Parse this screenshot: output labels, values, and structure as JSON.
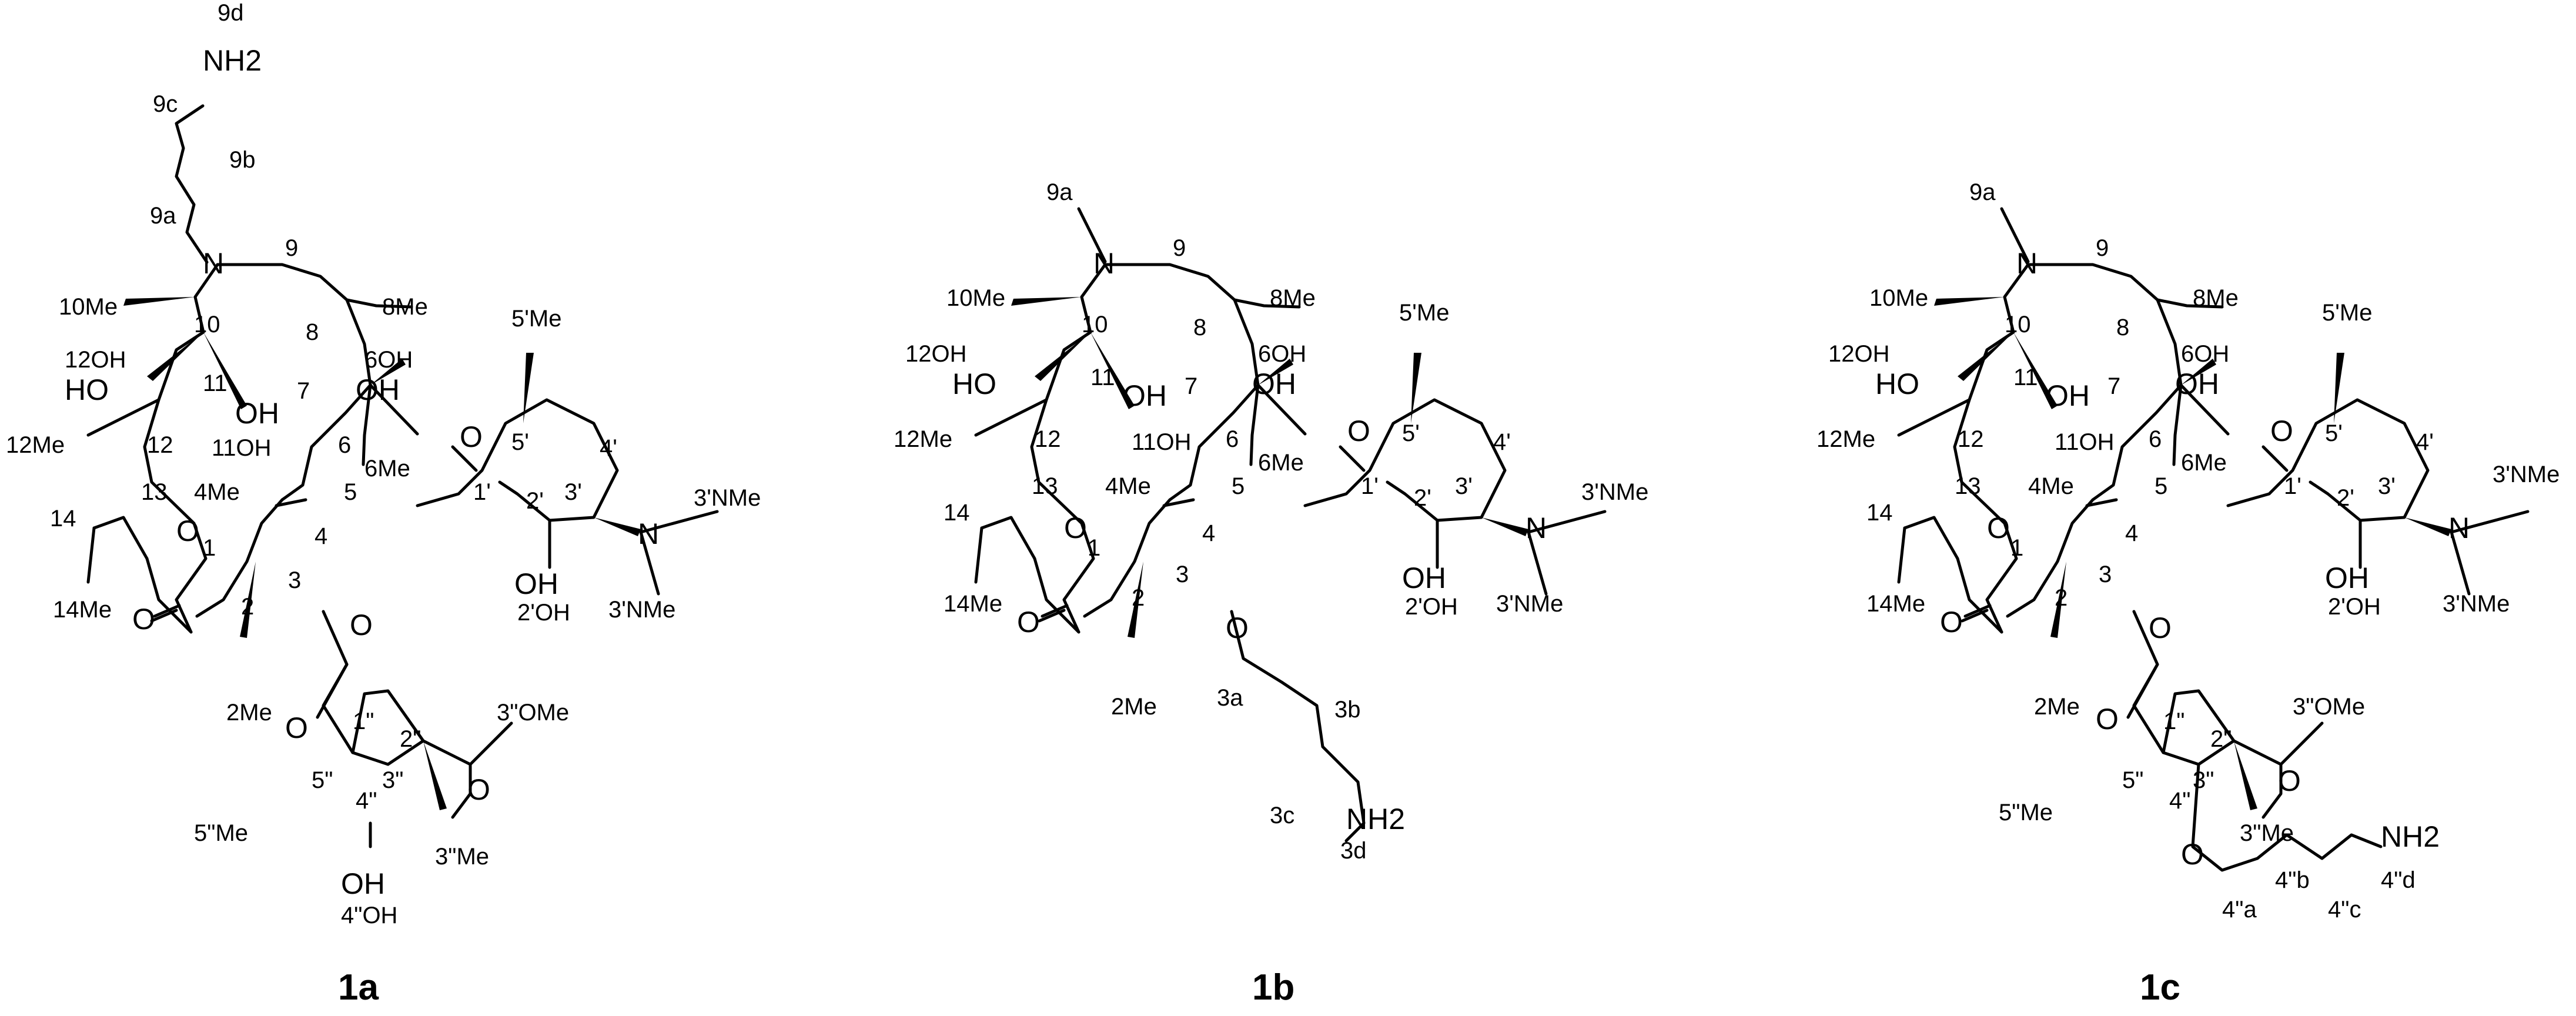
{
  "compounds": [
    {
      "id": "1a",
      "caption": "1a",
      "labels": [
        "9d",
        "NH2",
        "9c",
        "9b",
        "9a",
        "N",
        "9",
        "10Me",
        "10",
        "8",
        "8Me",
        "5'Me",
        "12OH",
        "HO",
        "11",
        "OH",
        "7",
        "6OH",
        "OH",
        "12Me",
        "12",
        "11OH",
        "6",
        "O",
        "5'",
        "4'",
        "6Me",
        "4Me",
        "14",
        "13",
        "O",
        "5",
        "1'",
        "2'",
        "3'",
        "N",
        "3'NMe",
        "4",
        "OH",
        "1",
        "3",
        "2'OH",
        "3'NMe",
        "14Me",
        "O",
        "2",
        "O",
        "2Me",
        "O",
        "1\"",
        "2\"",
        "3\"OMe",
        "3\"",
        "5\"",
        "4\"",
        "O",
        "5\"Me",
        "3\"Me",
        "OH",
        "4\"OH"
      ]
    },
    {
      "id": "1b",
      "caption": "1b",
      "labels": [
        "9a",
        "N",
        "9",
        "10Me",
        "10",
        "8",
        "8Me",
        "5'Me",
        "12OH",
        "HO",
        "11",
        "OH",
        "7",
        "6OH",
        "OH",
        "12Me",
        "12",
        "11OH",
        "6",
        "O",
        "5'",
        "4'",
        "6Me",
        "4Me",
        "14",
        "13",
        "O",
        "5",
        "1'",
        "2'",
        "3'",
        "N",
        "3'NMe",
        "4",
        "OH",
        "1",
        "3",
        "2'OH",
        "3'NMe",
        "14Me",
        "O",
        "2",
        "O",
        "2Me",
        "3a",
        "3b",
        "3c",
        "NH2",
        "3d"
      ]
    },
    {
      "id": "1c",
      "caption": "1c",
      "labels": [
        "9a",
        "N",
        "9",
        "10Me",
        "10",
        "8",
        "8Me",
        "5'Me",
        "12OH",
        "HO",
        "11",
        "OH",
        "7",
        "6OH",
        "OH",
        "12Me",
        "12",
        "11OH",
        "6",
        "O",
        "5'",
        "4'",
        "6Me",
        "4Me",
        "14",
        "13",
        "O",
        "5",
        "1'",
        "2'",
        "3'",
        "N",
        "3'NMe",
        "4",
        "OH",
        "1",
        "3",
        "2'OH",
        "3'NMe",
        "14Me",
        "O",
        "2",
        "O",
        "2Me",
        "O",
        "1\"",
        "2\"",
        "3\"OMe",
        "3\"",
        "5\"",
        "4\"",
        "O",
        "5\"Me",
        "3\"Me",
        "O",
        "NH2",
        "4\"a",
        "4\"b",
        "4\"c",
        "4\"d"
      ]
    }
  ]
}
